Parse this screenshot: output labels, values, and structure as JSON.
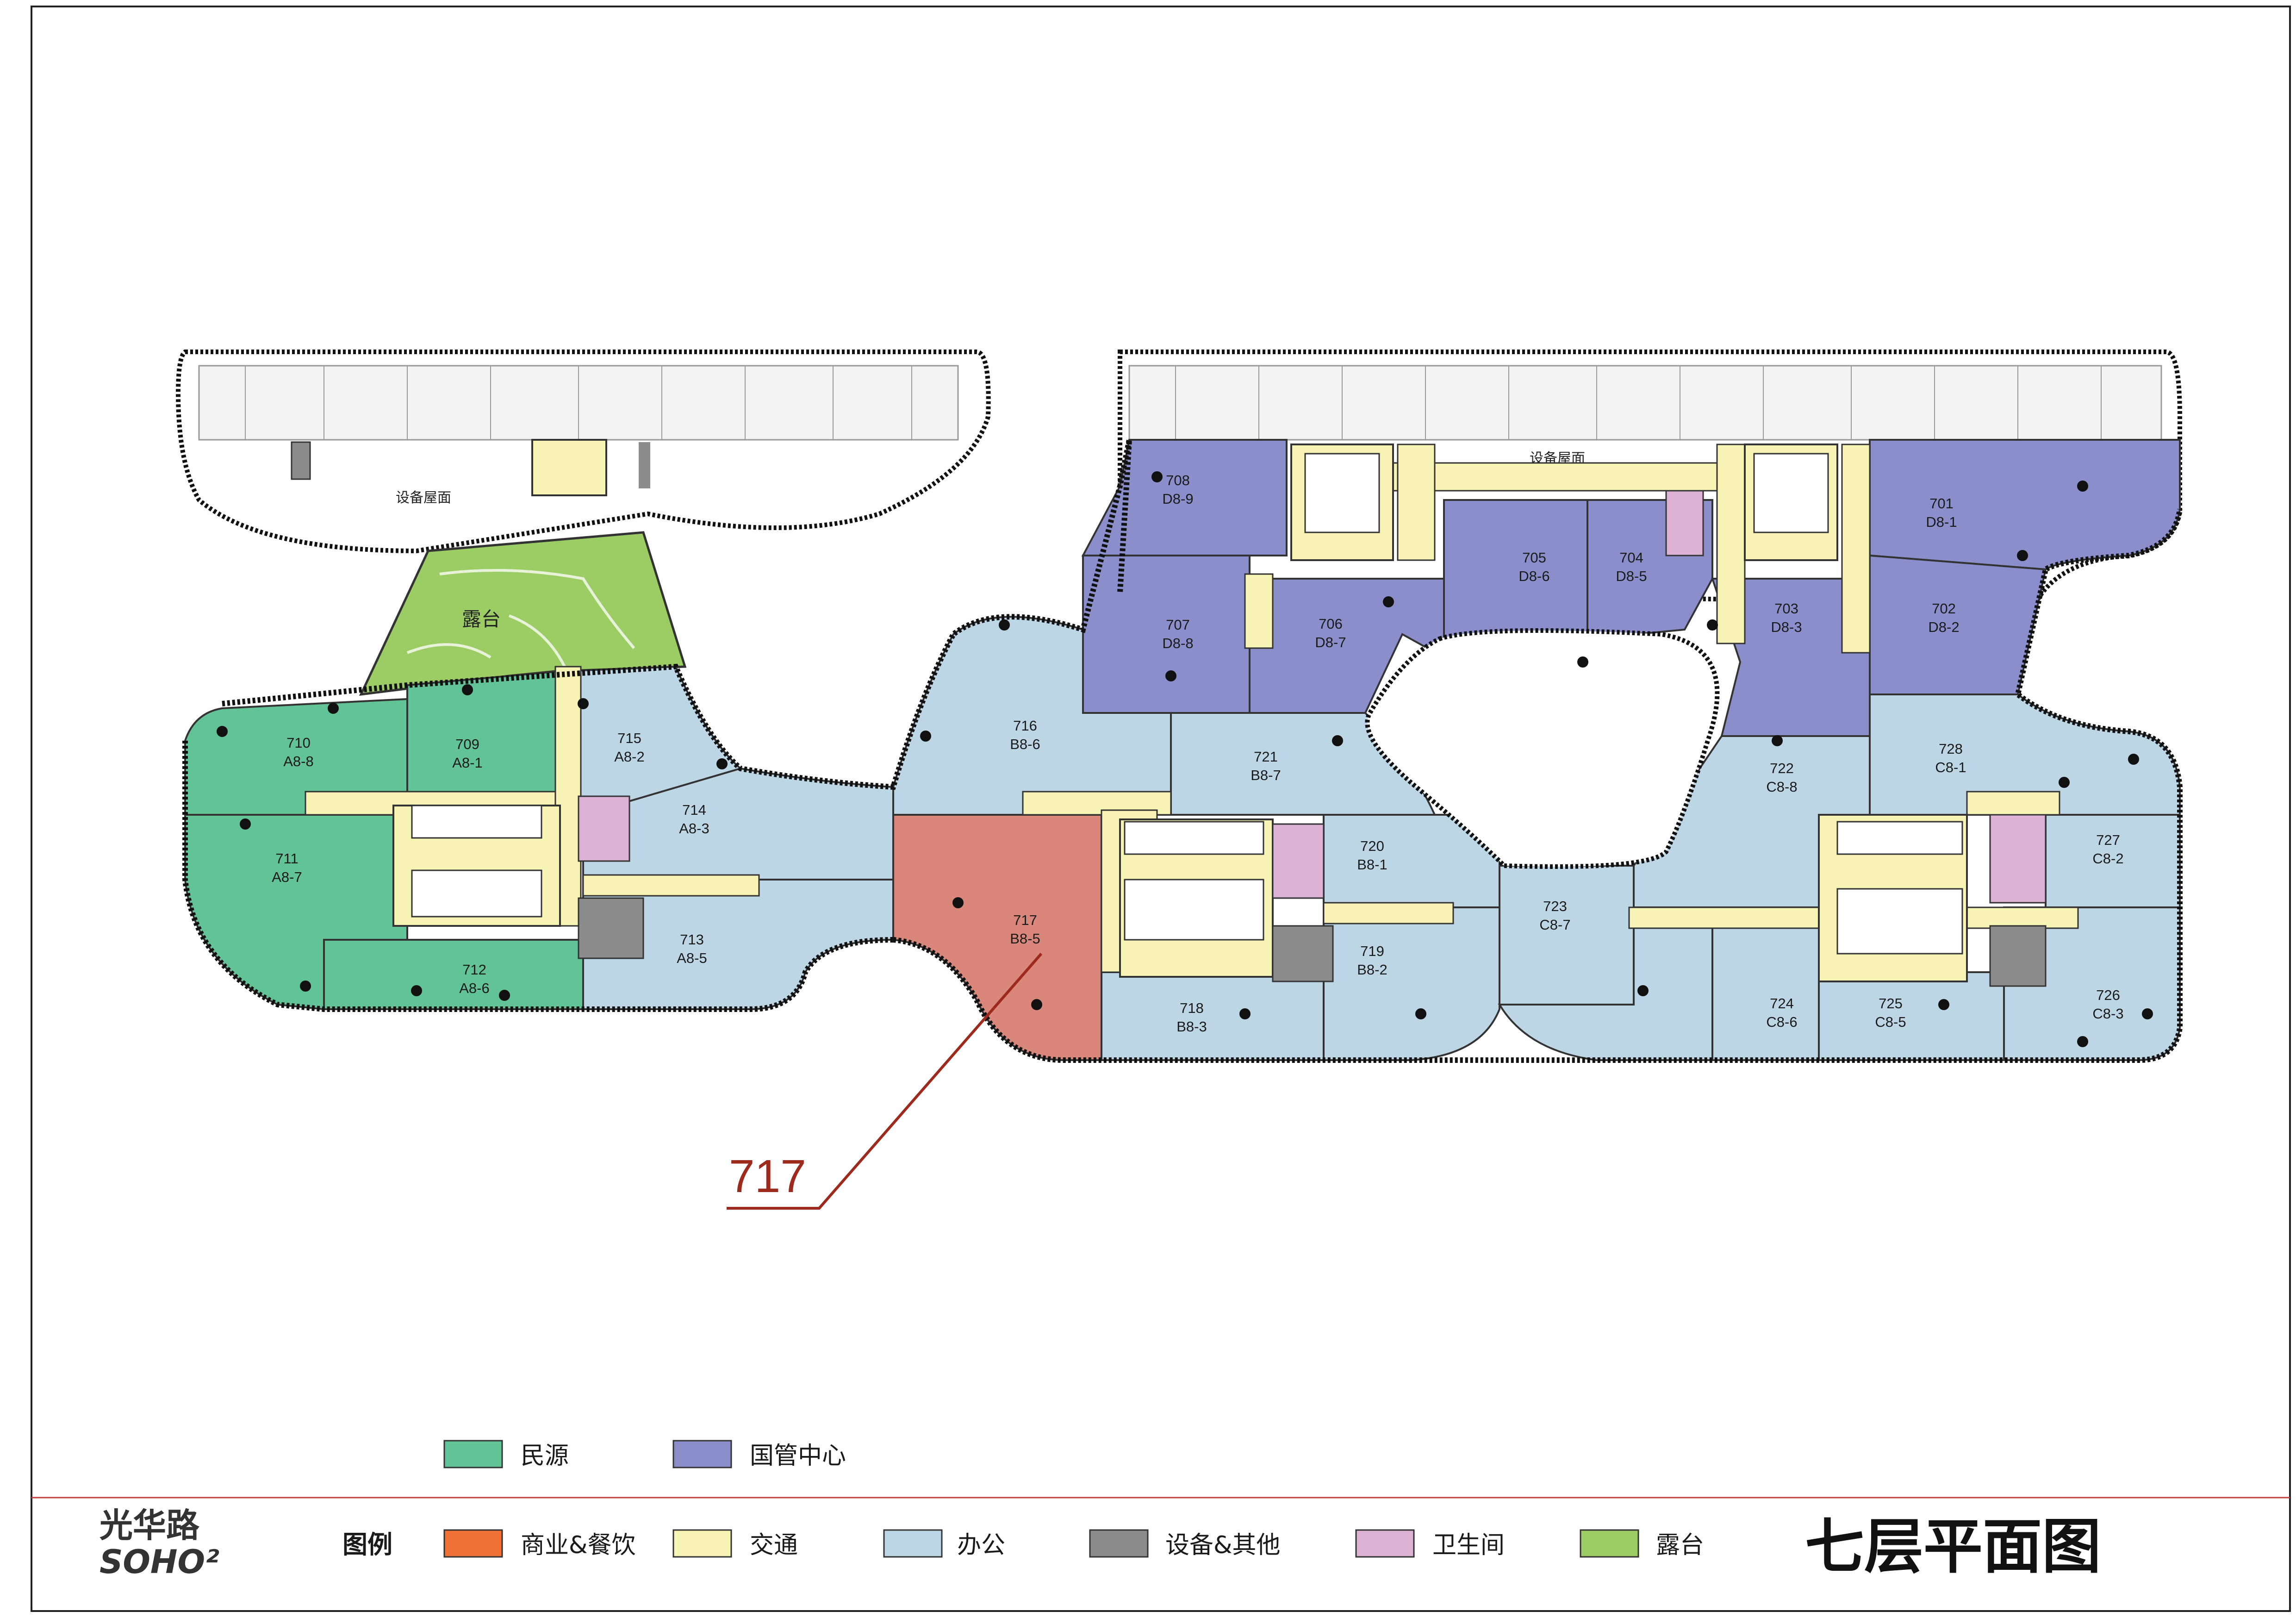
{
  "title": "七层平面图",
  "callout": {
    "unit": "717"
  },
  "roof_label_left": "设备屋面",
  "roof_label_right": "设备屋面",
  "terrace_label": "露台",
  "logo": {
    "line1": "光华路",
    "line2": "SOHO²"
  },
  "legend_title": "图例",
  "tenant_legend": [
    {
      "label": "民源",
      "color": "#62c397"
    },
    {
      "label": "国管中心",
      "color": "#8a8fcb"
    }
  ],
  "legend": [
    {
      "label": "商业&餐饮",
      "color": "#f07237"
    },
    {
      "label": "交通",
      "color": "#f7f3b4"
    },
    {
      "label": "办公",
      "color": "#bdd6e6"
    },
    {
      "label": "设备&其他",
      "color": "#8c8c8c"
    },
    {
      "label": "卫生间",
      "color": "#dbb2d4"
    },
    {
      "label": "露台",
      "color": "#9ccd64"
    }
  ],
  "colors": {
    "highlight_unit": "#d9877b",
    "callout_line": "#9e2a1e",
    "border_line": "#c23b3b"
  },
  "units": [
    {
      "no": "701",
      "code": "D8-1"
    },
    {
      "no": "702",
      "code": "D8-2"
    },
    {
      "no": "703",
      "code": "D8-3"
    },
    {
      "no": "704",
      "code": "D8-5"
    },
    {
      "no": "705",
      "code": "D8-6"
    },
    {
      "no": "706",
      "code": "D8-7"
    },
    {
      "no": "707",
      "code": "D8-8"
    },
    {
      "no": "708",
      "code": "D8-9"
    },
    {
      "no": "709",
      "code": "A8-1"
    },
    {
      "no": "710",
      "code": "A8-8"
    },
    {
      "no": "711",
      "code": "A8-7"
    },
    {
      "no": "712",
      "code": "A8-6"
    },
    {
      "no": "713",
      "code": "A8-5"
    },
    {
      "no": "714",
      "code": "A8-3"
    },
    {
      "no": "715",
      "code": "A8-2"
    },
    {
      "no": "716",
      "code": "B8-6"
    },
    {
      "no": "717",
      "code": "B8-5"
    },
    {
      "no": "718",
      "code": "B8-3"
    },
    {
      "no": "719",
      "code": "B8-2"
    },
    {
      "no": "720",
      "code": "B8-1"
    },
    {
      "no": "721",
      "code": "B8-7"
    },
    {
      "no": "722",
      "code": "C8-8"
    },
    {
      "no": "723",
      "code": "C8-7"
    },
    {
      "no": "724",
      "code": "C8-6"
    },
    {
      "no": "725",
      "code": "C8-5"
    },
    {
      "no": "726",
      "code": "C8-3"
    },
    {
      "no": "727",
      "code": "C8-2"
    },
    {
      "no": "728",
      "code": "C8-1"
    }
  ]
}
